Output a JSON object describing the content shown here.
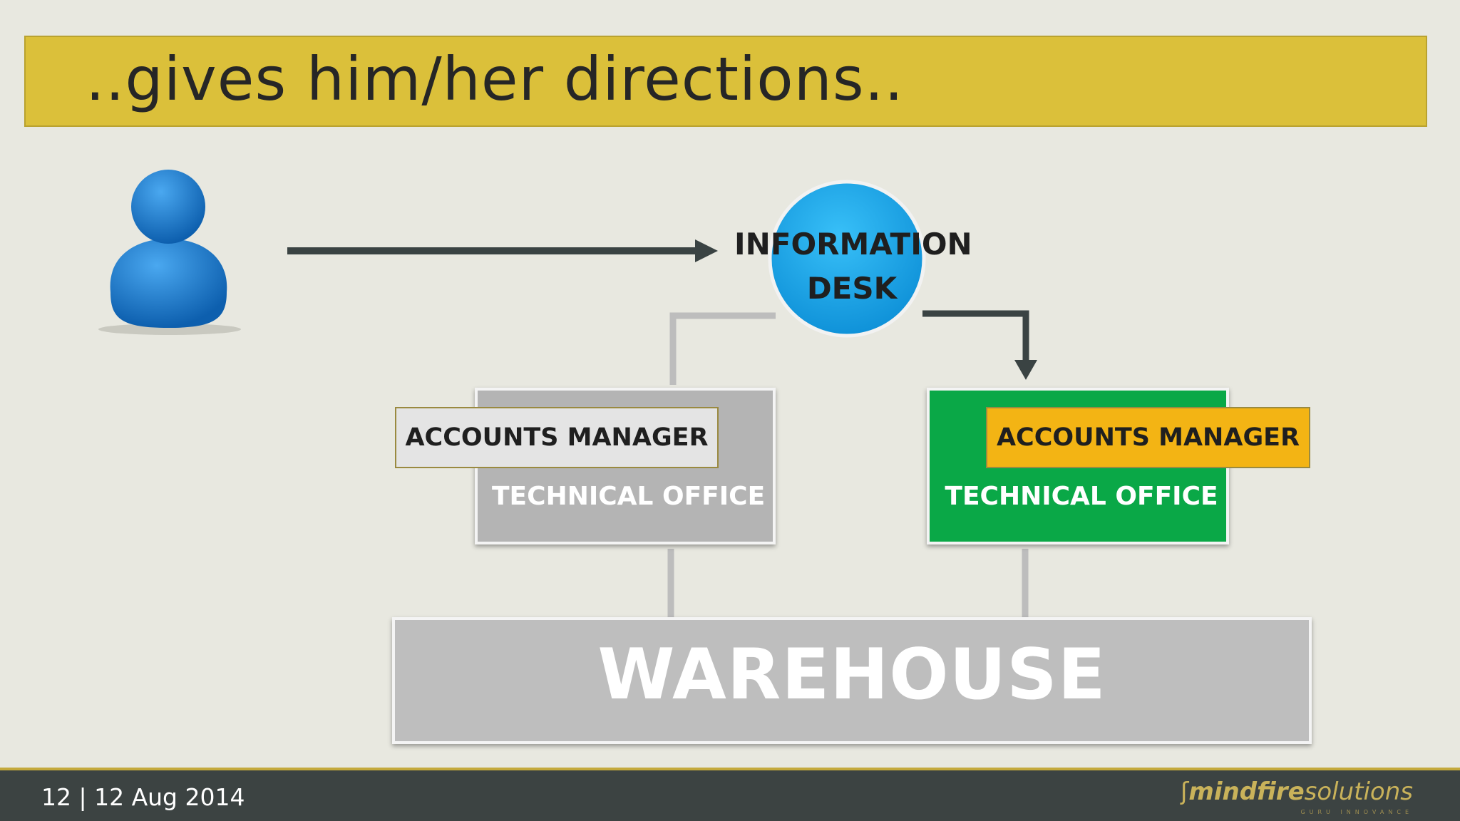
{
  "slide": {
    "title": "..gives him/her directions.."
  },
  "diagram": {
    "info_desk_line1": "INFORMATION",
    "info_desk_line2": "DESK",
    "left_office": {
      "tag": "ACCOUNTS MANAGER",
      "label": "TECHNICAL OFFICE"
    },
    "right_office": {
      "tag": "ACCOUNTS MANAGER",
      "label": "TECHNICAL OFFICE"
    },
    "warehouse": "WAREHOUSE"
  },
  "footer": {
    "page_and_date": "12 | 12 Aug 2014",
    "logo_bold": "mindfire",
    "logo_light": "solutions",
    "logo_tagline": "GURU INNOVANCE"
  },
  "colors": {
    "title_bar": "#dbc03a",
    "info_desk": "#19a2e4",
    "person": "#1a78c8",
    "office_grey": "#b4b4b4",
    "office_green": "#0aa847",
    "tag_orange": "#f3b414",
    "footer_bg": "#3c4342"
  }
}
